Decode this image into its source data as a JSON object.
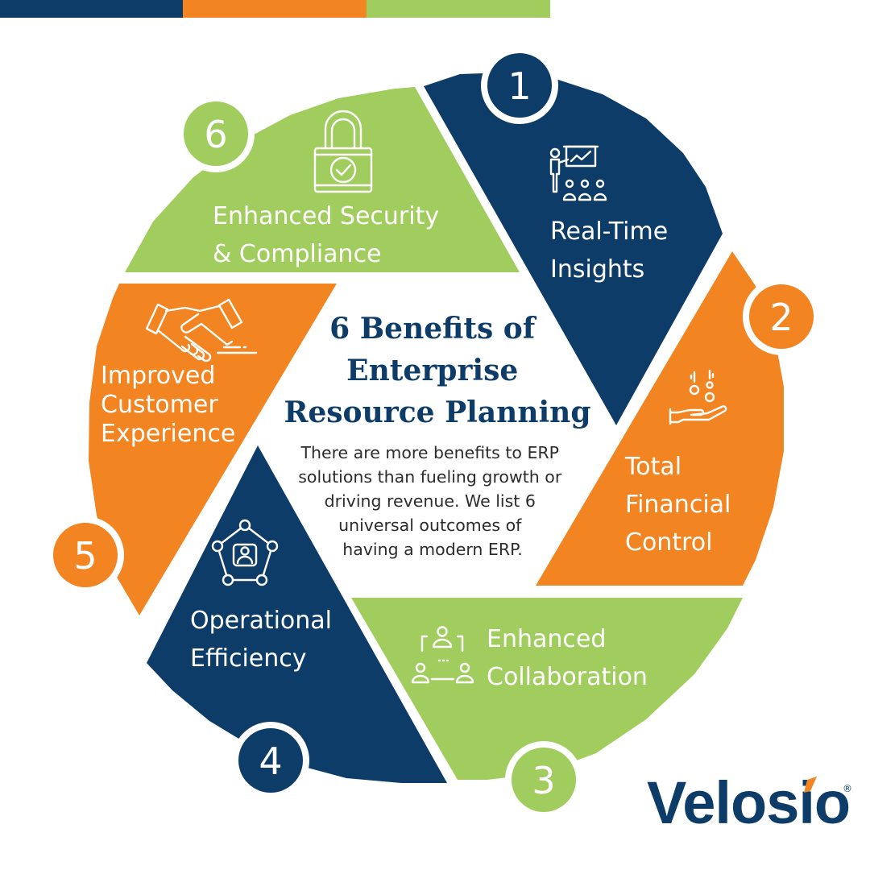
{
  "colors": {
    "navy": "#0d3c69",
    "orange": "#f28422",
    "green": "#a0cd5e",
    "white": "#ffffff"
  },
  "title": {
    "line1": "6 Benefits of",
    "line2": "Enterprise",
    "line3": "Resource Planning"
  },
  "description": {
    "line1": "There are more benefits to ERP",
    "line2": "solutions than fueling growth or",
    "line3": "driving revenue. We list 6",
    "line4": "universal outcomes of",
    "line5": "having a modern ERP."
  },
  "benefits": [
    {
      "number": "1",
      "line1": "Real-Time",
      "line2": "Insights",
      "line3": "",
      "icon": "presentation-audience-icon"
    },
    {
      "number": "2",
      "line1": "Total",
      "line2": "Financial",
      "line3": "Control",
      "icon": "hand-coins-icon"
    },
    {
      "number": "3",
      "line1": "Enhanced",
      "line2": "Collaboration",
      "line3": "",
      "icon": "team-network-icon"
    },
    {
      "number": "4",
      "line1": "Operational",
      "line2": "Efficiency",
      "line3": "",
      "icon": "connected-user-network-icon"
    },
    {
      "number": "5",
      "line1": "Improved",
      "line2": "Customer",
      "line3": "Experience",
      "icon": "handshake-icon"
    },
    {
      "number": "6",
      "line1": "Enhanced Security",
      "line2": "& Compliance",
      "line3": "",
      "icon": "padlock-check-icon"
    }
  ],
  "logo": {
    "text": "Velosio",
    "registered": "®"
  }
}
